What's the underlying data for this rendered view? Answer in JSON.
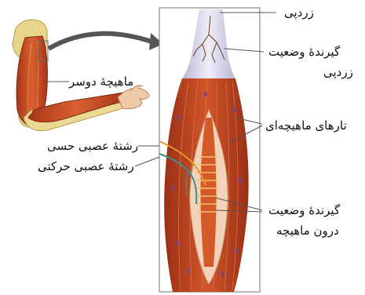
{
  "labels": {
    "biceps": "ماهیچهٔ دوسر",
    "tendon": "زردپی",
    "tendon_receptor_line1": "گیرندهٔ وضعیت",
    "tendon_receptor_line2": "زردپی",
    "muscle_fibers": "تارهای ماهیچه‌ای",
    "sensory_nerve": "رشتهٔ عصبی حسی",
    "motor_nerve": "رشتهٔ عصبی حرکتی",
    "spindle_line1": "گیرندهٔ وضعیت",
    "spindle_line2": "درون ماهیچه"
  },
  "colors": {
    "muscle": "#c0401f",
    "muscle_dark": "#8e2a14",
    "bone": "#e7d58c",
    "tendon": "#d8d6e8",
    "sensory_nerve": "#e09a2a",
    "motor_nerve": "#3a8f8a",
    "leader": "#555555",
    "arrow": "#555555"
  }
}
